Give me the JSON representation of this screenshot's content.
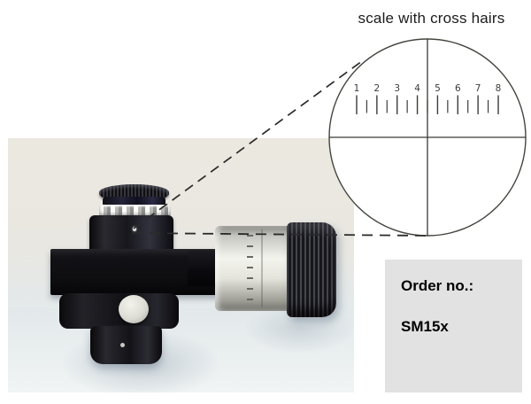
{
  "figure": {
    "title": "scale with cross hairs"
  },
  "reticle": {
    "scale_numbers": [
      "1",
      "2",
      "3",
      "4",
      "5",
      "6",
      "7",
      "8"
    ]
  },
  "order_box": {
    "label": "Order no.:",
    "value": "SM15x"
  },
  "colors": {
    "diagram_line": "#3a3a38",
    "dashed_line": "#2b2b2b",
    "box_bg": "#e2e2e2",
    "tick_color": "#3c3c3a"
  }
}
